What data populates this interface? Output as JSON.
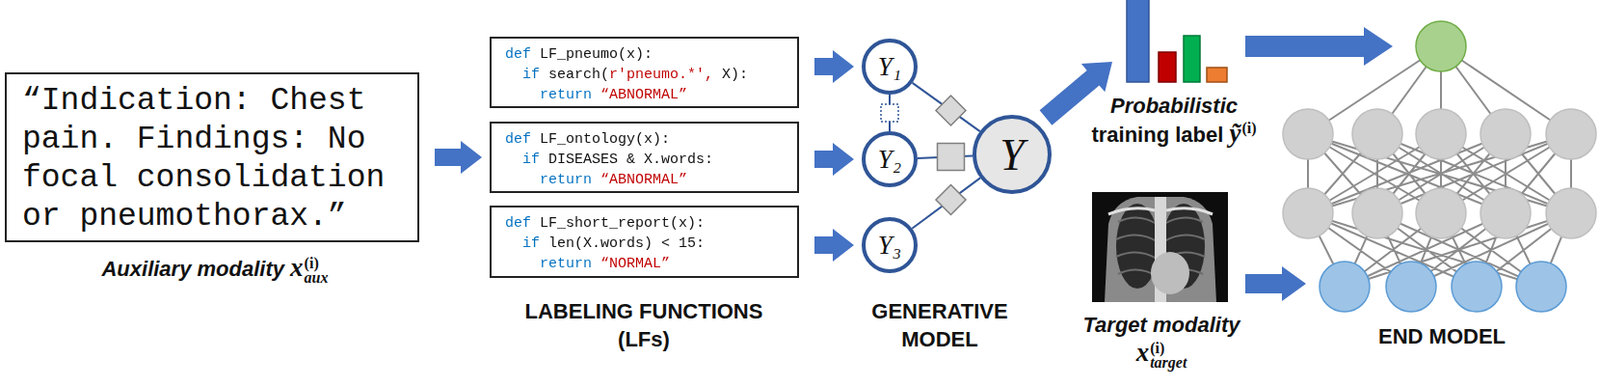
{
  "diagram": {
    "nodes": [
      {
        "text": [
          "“Indication: Chest pain. Findings: No focal consolidation or pneumothorax.”"
        ]
      },
      {
        "text": [
          "def LF_pneumo(x):",
          "if search(r'pneumo.*', X):",
          "return “ABNORMAL”"
        ]
      },
      {
        "text": [
          "def LF_ontology(x):",
          "if DISEASES & X.words:",
          "return “ABNORMAL”"
        ]
      },
      {
        "text": [
          "def LF_short_report(x):",
          "if len(X.words) < 15:",
          "return “NORMAL”"
        ]
      },
      {
        "text": [
          "Y₁"
        ]
      },
      {
        "text": [
          "Y₂"
        ]
      },
      {
        "text": [
          "Y₃"
        ]
      },
      {
        "text": [
          "Y"
        ]
      }
    ],
    "edges": [
      {
        "from": 0,
        "to": 2,
        "arrow": "to"
      },
      {
        "from": 1,
        "to": 4,
        "arrow": "to"
      },
      {
        "from": 2,
        "to": 5,
        "arrow": "to"
      },
      {
        "from": 3,
        "to": 6,
        "arrow": "to"
      },
      {
        "from": 4,
        "to": 7,
        "arrow": "none"
      },
      {
        "from": 5,
        "to": 7,
        "arrow": "none"
      },
      {
        "from": 6,
        "to": 7,
        "arrow": "none"
      },
      {
        "from": 4,
        "to": 5,
        "arrow": "none"
      }
    ],
    "labels": [
      "Auxiliary modality",
      "x",
      "(i)",
      "aux",
      "LABELING FUNCTIONS (LFs)",
      "GENERATIVE MODEL",
      "Probabilistic",
      "training label",
      "ỹ",
      "(i)",
      "Target modality",
      "x",
      "(i)",
      "target",
      "END MODEL"
    ]
  }
}
